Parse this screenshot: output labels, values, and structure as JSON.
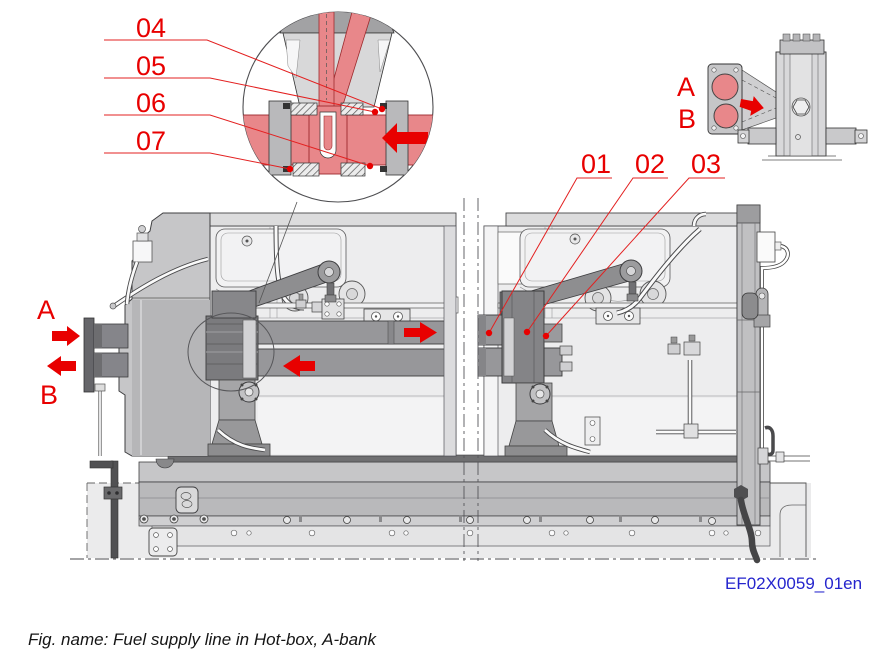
{
  "figure": {
    "caption": "Fig. name: Fuel supply line in Hot-box, A-bank",
    "code": "EF02X0059_01en"
  },
  "callouts": {
    "detail": [
      "04",
      "05",
      "06",
      "07"
    ],
    "pump": [
      "01",
      "02",
      "03"
    ]
  },
  "ports": {
    "side_a": "A",
    "side_b": "B",
    "iso_a": "A",
    "iso_b": "B"
  },
  "colors": {
    "accent_red": "#e80000",
    "fuel_pink": "#e8878a",
    "code_blue": "#2525cd"
  }
}
